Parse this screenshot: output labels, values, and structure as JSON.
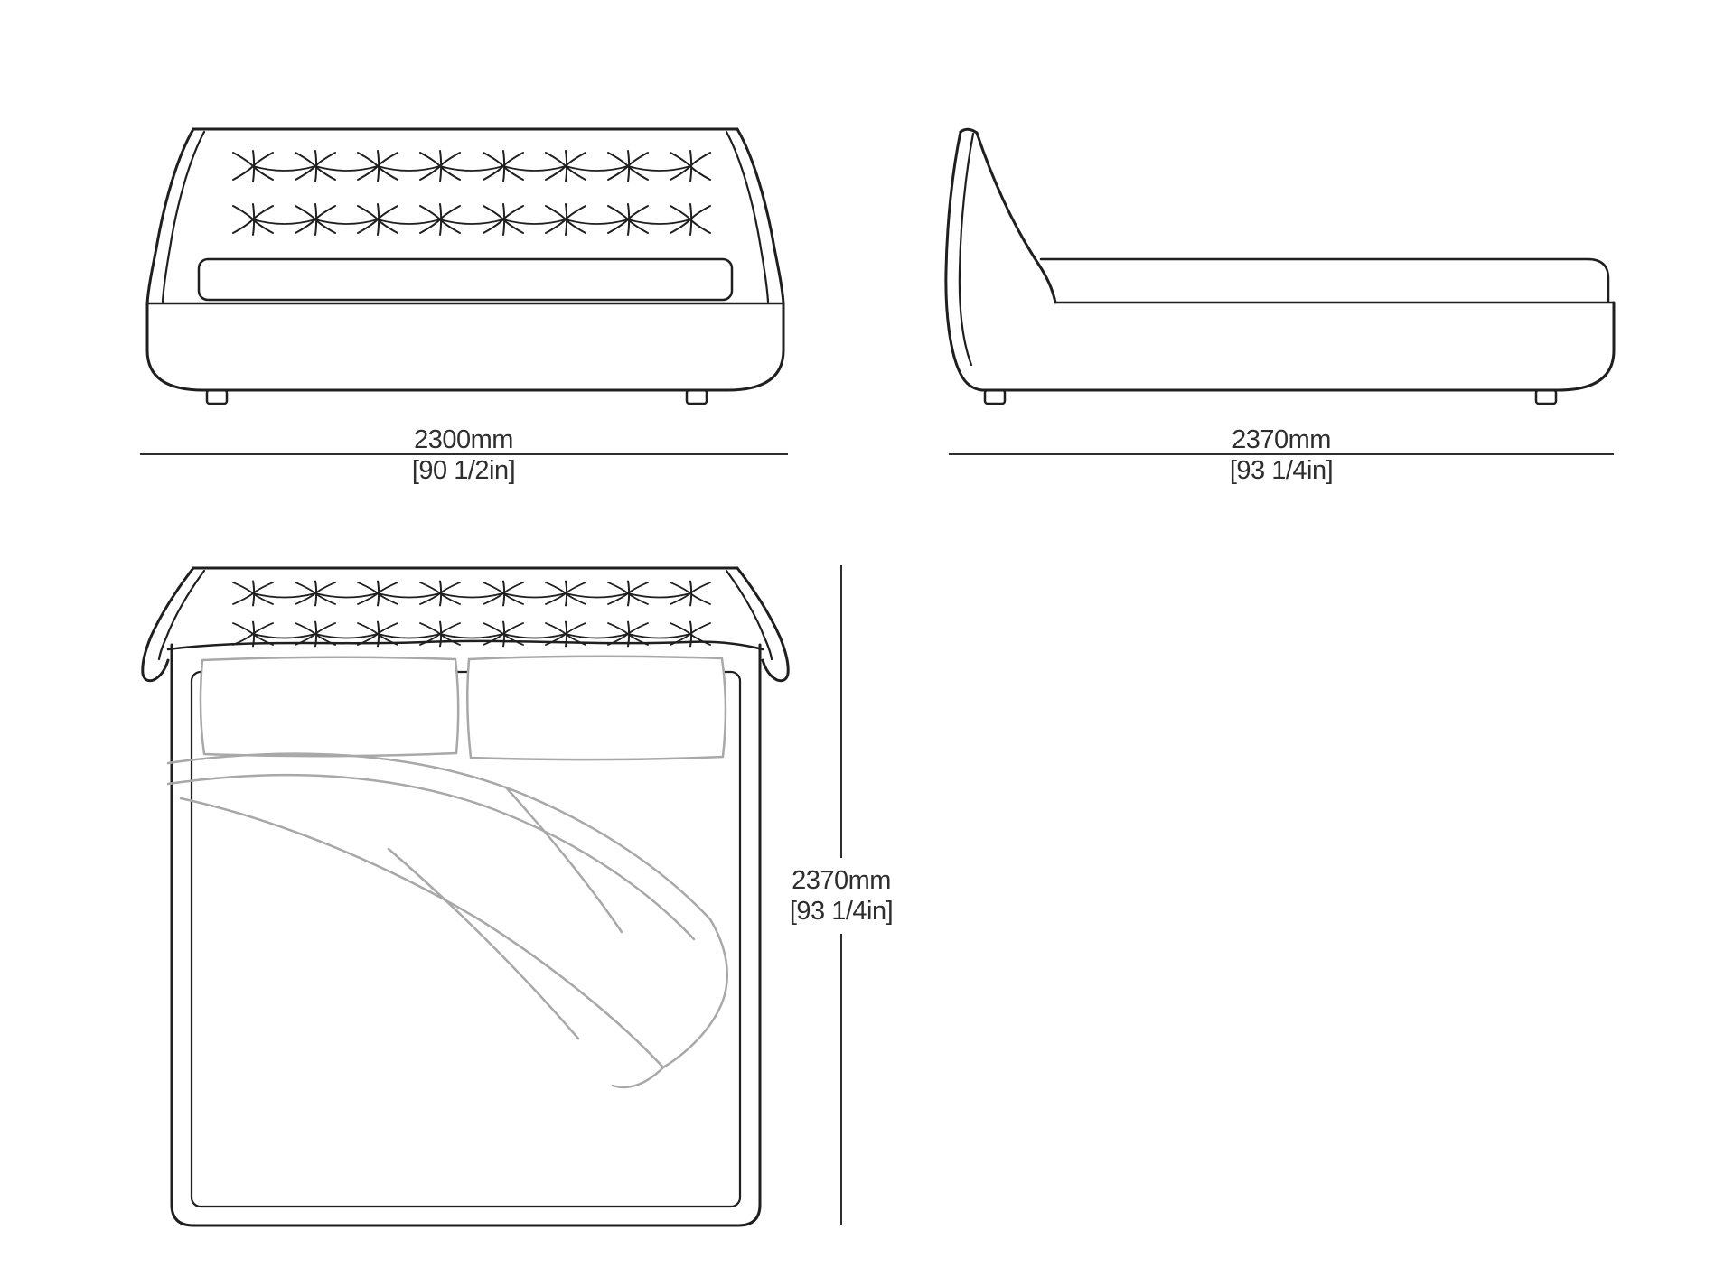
{
  "colors": {
    "line": "#1f1f1f",
    "bedding": "#a8a8a8",
    "dimension": "#2e2e2e",
    "background": "#ffffff"
  },
  "views": {
    "front": {
      "dimension_mm": "2300mm",
      "dimension_in": "[90 1/2in]"
    },
    "side": {
      "dimension_mm": "2370mm",
      "dimension_in": "[93 1/4in]"
    },
    "top": {
      "dimension_mm": "2370mm",
      "dimension_in": "[93 1/4in]"
    }
  }
}
